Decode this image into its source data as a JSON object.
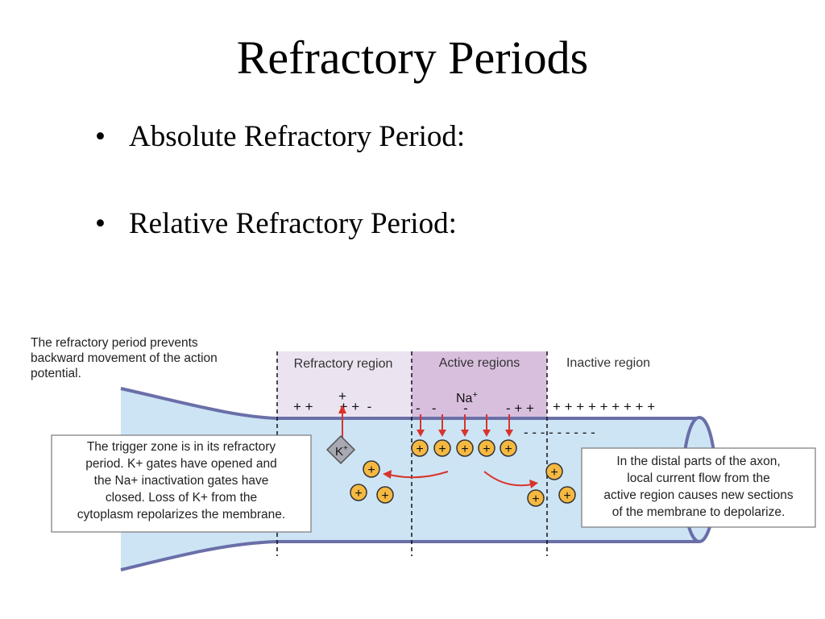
{
  "slide": {
    "title": "Refractory Periods",
    "bullets": [
      {
        "marker": "•",
        "text": "Absolute Refractory Period:"
      },
      {
        "marker": "•",
        "text": "Relative Refractory Period:"
      }
    ]
  },
  "figure": {
    "caption_top": [
      "The refractory period prevents",
      "backward movement of the action",
      "potential."
    ],
    "regions": {
      "refractory": "Refractory region",
      "active": "Active regions",
      "inactive": "Inactive region"
    },
    "membrane_charges": {
      "refractory_top": "+ +       + +  -",
      "refractory_k_plus": "+",
      "active_top_left": "-   -",
      "active_top_mid": "-",
      "active_top_right": "- + +",
      "inactive_top": "+ + + + + + + + +",
      "inactive_inside": "- - - - - - - - -"
    },
    "ions": {
      "sodium": "Na",
      "potassium": "K",
      "superscript": "+",
      "positive_ion": "+"
    },
    "callout_left": [
      "The trigger zone is in its refractory",
      "period. K+ gates have opened and",
      "the Na+ inactivation gates have",
      "closed. Loss of K+ from the",
      "cytoplasm repolarizes the membrane."
    ],
    "callout_right": [
      "In the distal parts of the axon,",
      "local current flow from the",
      "active region causes new sections",
      "of the membrane to depolarize."
    ],
    "colors": {
      "axon_fill": "#cde4f5",
      "axon_outline": "#6a6fa8",
      "refractory_band": "#ebe3f0",
      "active_band": "#d9bfde",
      "ion_fill": "#f5b942",
      "arrow": "#d9342b",
      "k_channel": "#a9a9b3"
    }
  }
}
